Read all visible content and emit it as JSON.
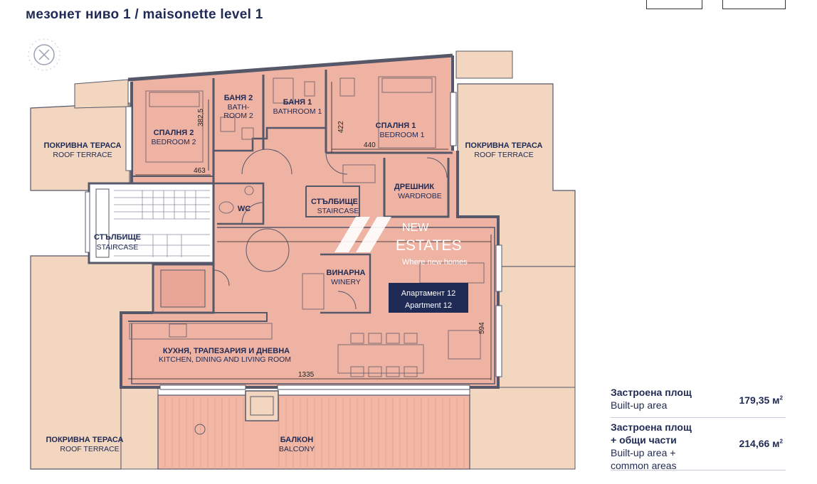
{
  "header": {
    "title": "мезонет ниво 1 / maisonette level 1"
  },
  "rooms": {
    "bedroom2": {
      "bg": "СПАЛНЯ 2",
      "en": "BEDROOM 2"
    },
    "bath2": {
      "bg": "БАНЯ 2",
      "en1": "BATH-",
      "en2": "ROOM 2"
    },
    "bath1": {
      "bg": "БАНЯ 1",
      "en": "BATHROOM 1"
    },
    "bedroom1": {
      "bg": "СПАЛНЯ 1",
      "en": "BEDROOM 1"
    },
    "wardrobe": {
      "bg": "ДРЕШНИК",
      "en": "WARDROBE"
    },
    "staircase_small": {
      "bg": "СТЪЛБИЩЕ",
      "en": "STAIRCASE"
    },
    "wc": {
      "label": "WC"
    },
    "staircase_main": {
      "bg": "СТЪЛБИЩЕ",
      "en": "STAIRCASE"
    },
    "winery": {
      "bg": "ВИНАРНА",
      "en": "WINERY"
    },
    "living": {
      "bg": "КУХНЯ, ТРАПЕЗАРИЯ И ДНЕВНА",
      "en": "KITCHEN, DINING AND LIVING ROOM"
    },
    "roof_terrace_left": {
      "bg": "ПОКРИВНА ТЕРАСА",
      "en": "ROOF TERRACE"
    },
    "roof_terrace_right": {
      "bg": "ПОКРИВНА ТЕРАСА",
      "en": "ROOF TERRACE"
    },
    "roof_terrace_bottom": {
      "bg": "ПОКРИВНА ТЕРАСА",
      "en": "ROOF TERRACE"
    },
    "balcony": {
      "bg": "БАЛКОН",
      "en": "BALCONY"
    }
  },
  "dimensions": {
    "d1": "382,5",
    "d2": "463",
    "d3": "422",
    "d4": "440",
    "d5": "594",
    "d6": "1335"
  },
  "apartment_tag": {
    "line1": "Апартамент 12",
    "line2": "Apartment 12"
  },
  "watermark": {
    "brand1": "NEW",
    "brand2": "ESTATES",
    "tagline": "Where new homes"
  },
  "areas": [
    {
      "label_bg": "Застроена площ",
      "label_en": "Built-up area",
      "value": "179,35 м",
      "unit_sup": "2"
    },
    {
      "label_bg1": "Застроена площ",
      "label_bg2": "+ общи части",
      "label_en1": "Built-up area +",
      "label_en2": "common areas",
      "value": "214,66 м",
      "unit_sup": "2"
    }
  ],
  "colors": {
    "navy": "#1f2a55",
    "room_fill": "#efb3a3",
    "terrace_fill": "#f3d6c0",
    "wall": "#56586a"
  }
}
